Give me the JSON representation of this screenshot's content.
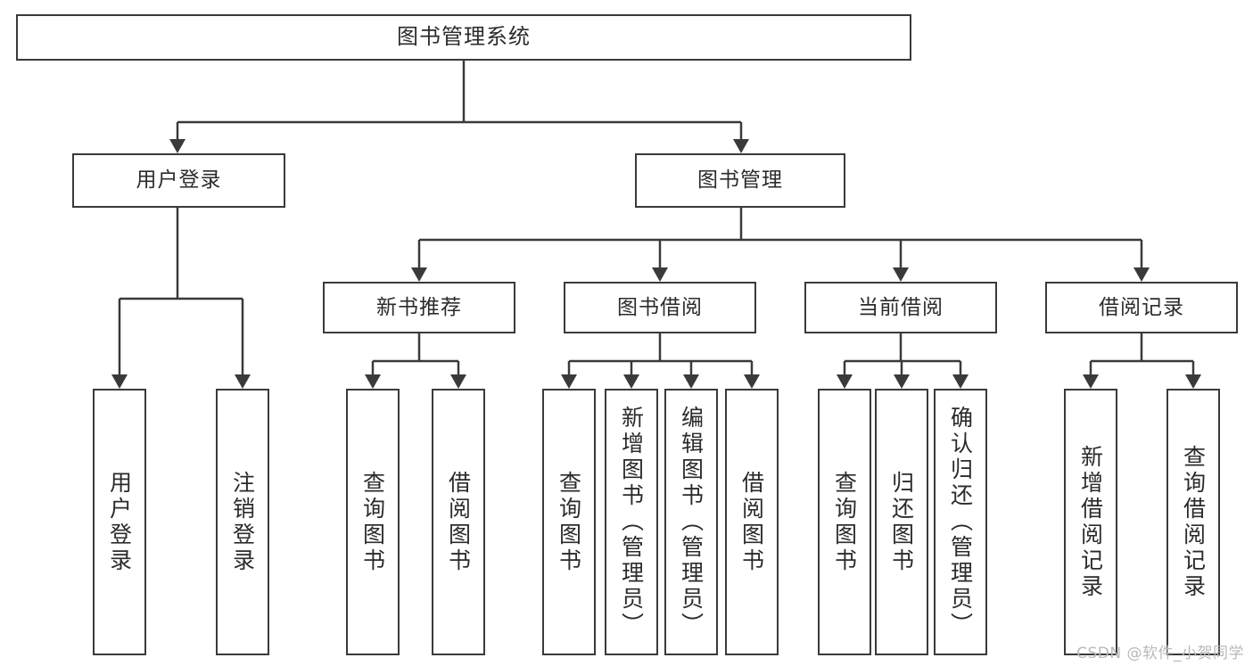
{
  "diagram": {
    "title": "图书管理系统",
    "type": "tree-hierarchy-chart",
    "watermark": "CSDN @软件_小贺同学",
    "colors": {
      "stroke": "#3a3a3a",
      "fill": "#ffffff",
      "text": "#2b2b2b",
      "watermark": "#b9b9b9"
    },
    "levels": {
      "root": {
        "id": "root",
        "label": "图书管理系统",
        "orientation": "horizontal"
      },
      "level2": [
        {
          "id": "user-login",
          "label": "用户登录",
          "orientation": "horizontal"
        },
        {
          "id": "book-manage",
          "label": "图书管理",
          "orientation": "horizontal"
        }
      ],
      "level3": [
        {
          "id": "new-book-recommend",
          "label": "新书推荐",
          "orientation": "horizontal",
          "parent": "book-manage"
        },
        {
          "id": "book-borrow",
          "label": "图书借阅",
          "orientation": "horizontal",
          "parent": "book-manage"
        },
        {
          "id": "current-borrow",
          "label": "当前借阅",
          "orientation": "horizontal",
          "parent": "book-manage"
        },
        {
          "id": "borrow-record",
          "label": "借阅记录",
          "orientation": "horizontal",
          "parent": "book-manage"
        }
      ],
      "leaves": [
        {
          "id": "leaf-user-login",
          "label": "用户登录",
          "parent": "user-login"
        },
        {
          "id": "leaf-logout",
          "label": "注销登录",
          "parent": "user-login"
        },
        {
          "id": "leaf-query-book-1",
          "label": "查询图书",
          "parent": "new-book-recommend"
        },
        {
          "id": "leaf-borrow-book-1",
          "label": "借阅图书",
          "parent": "new-book-recommend"
        },
        {
          "id": "leaf-query-book-2",
          "label": "查询图书",
          "parent": "book-borrow"
        },
        {
          "id": "leaf-add-book",
          "label": "新增图书（管理员）",
          "parent": "book-borrow"
        },
        {
          "id": "leaf-edit-book",
          "label": "编辑图书（管理员）",
          "parent": "book-borrow"
        },
        {
          "id": "leaf-borrow-book-2",
          "label": "借阅图书",
          "parent": "book-borrow"
        },
        {
          "id": "leaf-query-book-3",
          "label": "查询图书",
          "parent": "current-borrow"
        },
        {
          "id": "leaf-return-book",
          "label": "归还图书",
          "parent": "current-borrow"
        },
        {
          "id": "leaf-confirm-return",
          "label": "确认归还（管理员）",
          "parent": "current-borrow"
        },
        {
          "id": "leaf-add-record",
          "label": "新增借阅记录",
          "parent": "borrow-record"
        },
        {
          "id": "leaf-query-record",
          "label": "查询借阅记录",
          "parent": "borrow-record"
        }
      ]
    }
  }
}
